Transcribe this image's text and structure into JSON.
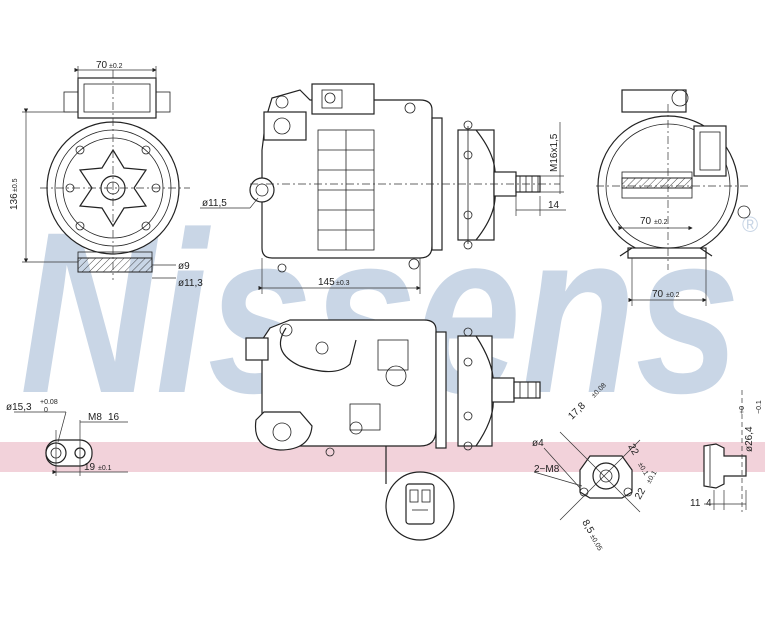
{
  "brand": {
    "watermark": "Nissens",
    "registered": "®"
  },
  "colors": {
    "line": "#222222",
    "watermark_blue": "#c9d6e6",
    "stripe_pink": "#f2d2da"
  },
  "dimensions": {
    "front_width": "70",
    "front_width_tol": "±0.2",
    "front_height": "136",
    "front_height_tol": "±0.5",
    "hole_small": "ø9",
    "hole_large": "ø11,3",
    "side_hole": "ø11,5",
    "length": "145",
    "length_tol": "±0.3",
    "thread": "M16x1,5",
    "shaft_len": "14",
    "rear_width_upper": "70",
    "rear_width_upper_tol": "±0.2",
    "rear_width_lower": "70",
    "rear_width_lower_tol": "±0.2",
    "port_dia": "ø15,3",
    "port_dia_tol_top": "+0.08",
    "port_dia_tol_bottom": "0",
    "port_thread": "M8",
    "port_depth": "16",
    "port_offset": "19",
    "port_offset_tol": "±0.1",
    "conn_17": "17,8",
    "conn_17_tol": "±0.08",
    "conn_hole": "ø4",
    "conn_thread": "2−M8",
    "conn_22a": "22",
    "conn_22a_tol": "±0.1",
    "conn_22b": "22",
    "conn_22b_tol": "±0.1",
    "conn_85": "8,5",
    "conn_85_tol": "±0.05",
    "pulley_dia": "ø26,4",
    "pulley_dia_tol_top": "+0",
    "pulley_dia_tol_bottom": "−0.1",
    "pulley_w1": "11",
    "pulley_w2": "4"
  }
}
